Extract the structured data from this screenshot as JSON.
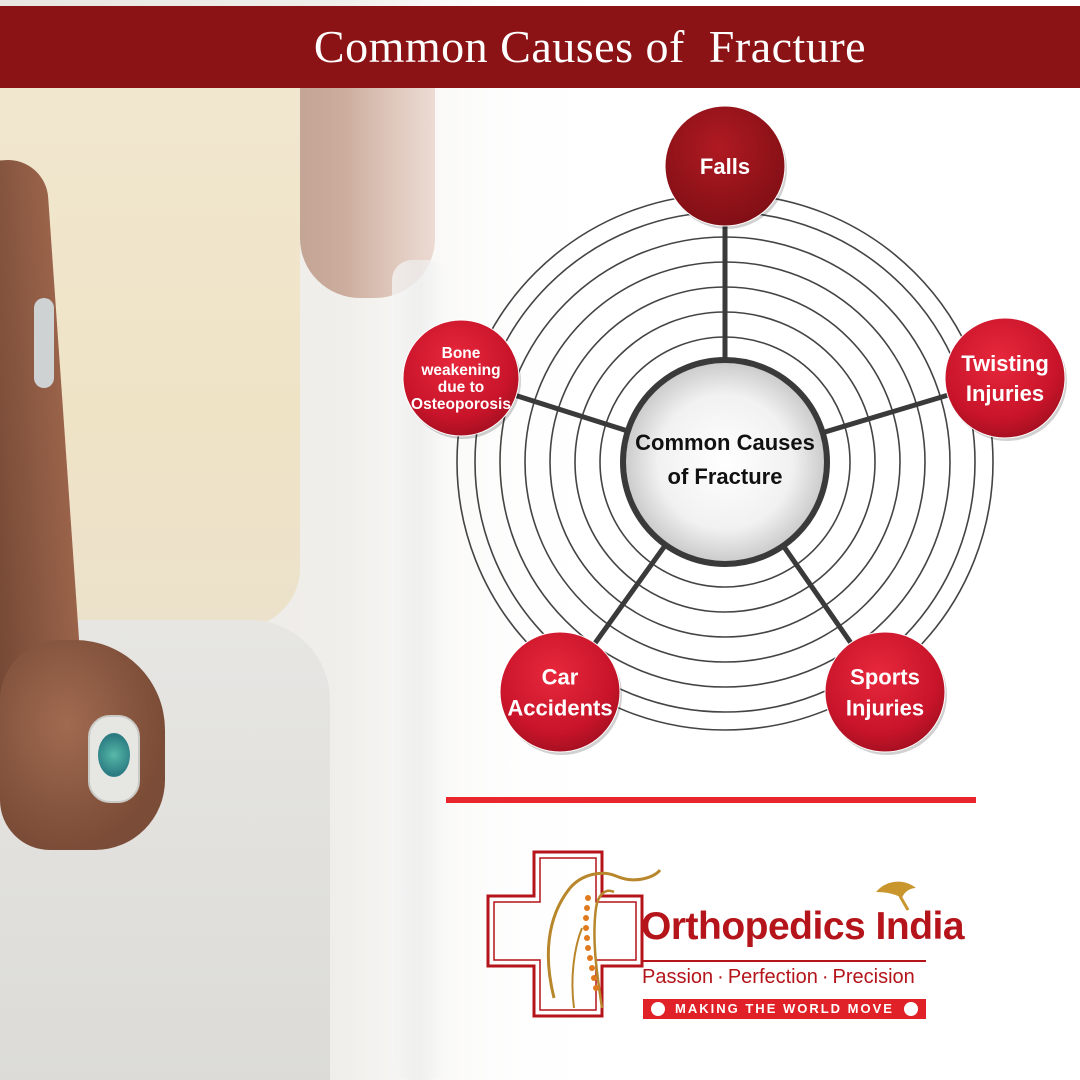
{
  "header": {
    "title": "Common Causes of  Fracture"
  },
  "diagram": {
    "center": {
      "lines": [
        "Common Causes",
        "of Fracture"
      ]
    },
    "nodes": [
      {
        "id": "falls",
        "lines": [
          "Falls"
        ]
      },
      {
        "id": "twisting",
        "lines": [
          "Twisting",
          "Injuries"
        ]
      },
      {
        "id": "sports",
        "lines": [
          "Sports",
          "Injuries"
        ]
      },
      {
        "id": "car",
        "lines": [
          "Car",
          "Accidents"
        ]
      },
      {
        "id": "bone",
        "lines": [
          "Bone",
          "weakening",
          "due to",
          "Osteoporosis"
        ]
      }
    ]
  },
  "brand": {
    "name": "Orthopedics India",
    "tagline": "Passion · Perfection · Precision",
    "motto": "MAKING THE WORLD MOVE"
  },
  "colors": {
    "header": "#8b1315",
    "node_red": "#c8142a",
    "accent_line": "#e8262c",
    "ring": "#444444"
  }
}
